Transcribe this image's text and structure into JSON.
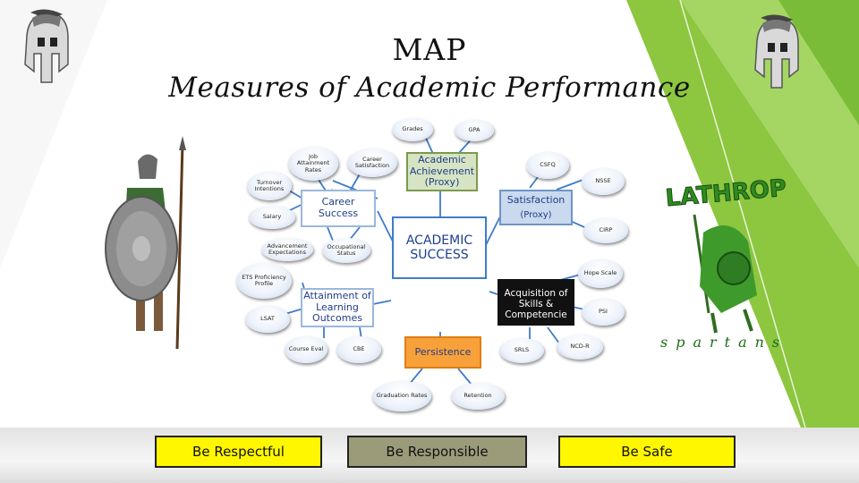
{
  "title": {
    "line1": "MAP",
    "line2": "Measures of Academic Performance"
  },
  "diagram": {
    "center": "ACADEMIC SUCCESS",
    "boxes": {
      "academic_achievement": "Academic Achievement (Proxy)",
      "career_success": "Career Success",
      "satisfaction_top": "Satisfaction",
      "satisfaction_bottom": "(Proxy)",
      "attainment": "Attainment of Learning Outcomes",
      "acquisition": "Acquisition of Skills & Competencie",
      "persistence": "Persistence"
    },
    "pills": {
      "grades": "Grades",
      "gpa": "GPA",
      "job_attainment": "Job Attainment Rates",
      "career_satisfaction": "Career Satisfaction",
      "turnover": "Turnover Intentions",
      "salary": "Salary",
      "advancement": "Advancement Expectations",
      "occupational": "Occupational Status",
      "csfq": "CSFQ",
      "nsse": "NSSE",
      "cirp": "CIRP",
      "ets": "ETS Proficiency Profile",
      "lsat": "LSAT",
      "course_eval": "Course Eval",
      "cbe": "CBE",
      "hope": "Hope Scale",
      "psi": "PSI",
      "srls": "SRLS",
      "ncdr": "NCD-R",
      "graduation": "Graduation Rates",
      "retention": "Retention"
    }
  },
  "logo": {
    "text": "LATHROP",
    "subtext": "spartans"
  },
  "footer": {
    "respectful": "Be Respectful",
    "responsible": "Be Responsible",
    "safe": "Be Safe"
  },
  "colors": {
    "green_accent": "#8dc63f",
    "yellow_box": "#fff700",
    "olive_box": "#9b9b7a",
    "diagram_blue": "#1d3f91",
    "persistence_orange": "#f8a13a"
  }
}
